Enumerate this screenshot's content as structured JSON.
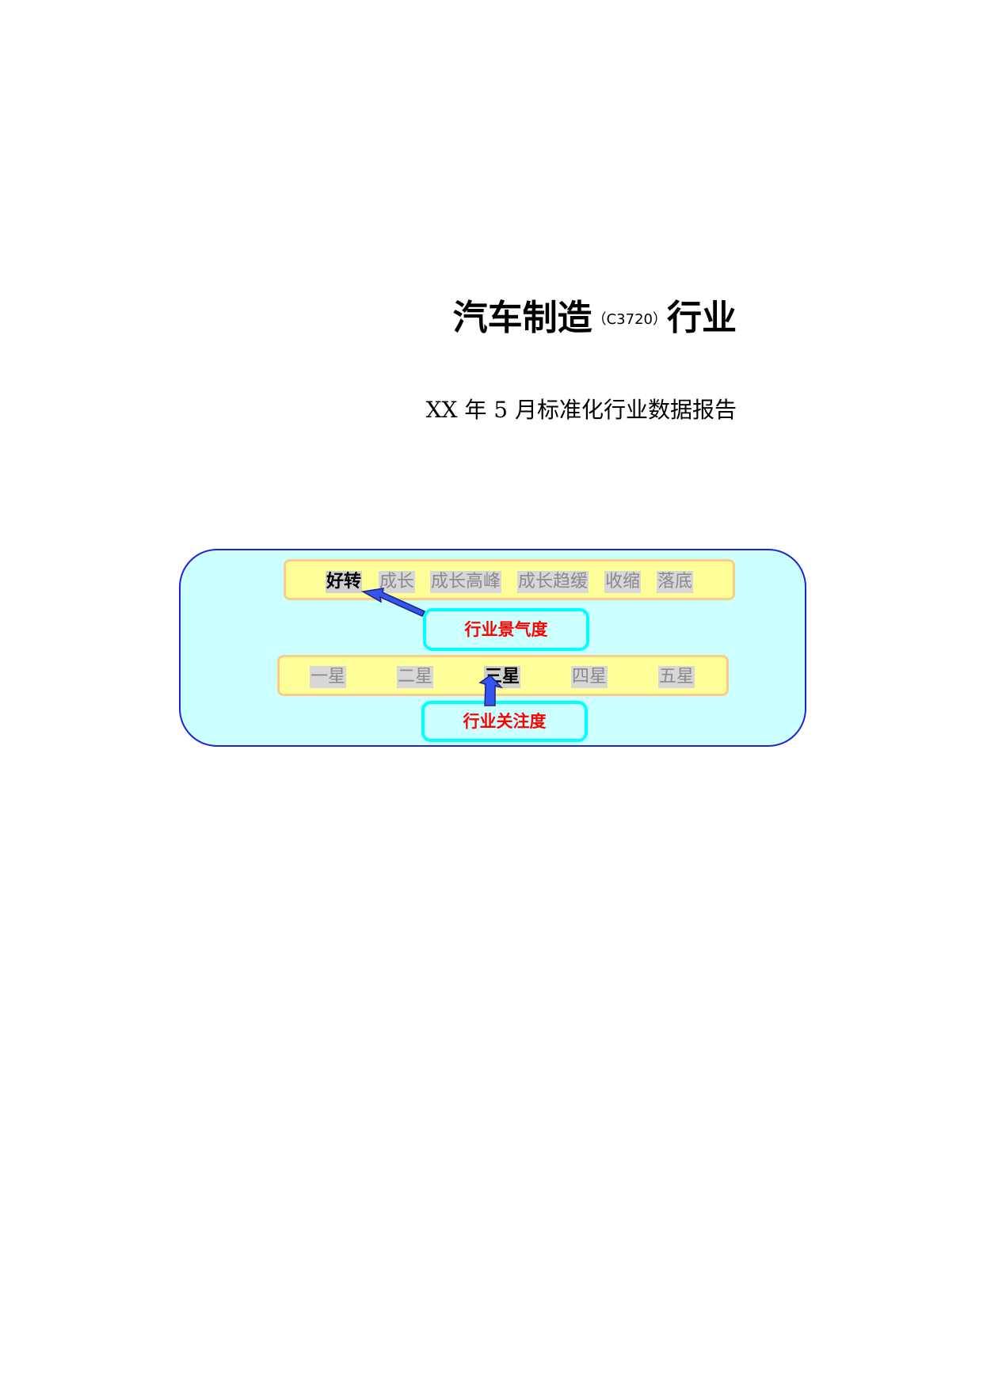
{
  "title": {
    "main": "汽车制造",
    "code": "（C3720）",
    "suffix": "行业"
  },
  "subtitle": "XX 年 5 月标准化行业数据报告",
  "climate": {
    "options": [
      "好转",
      "成长",
      "成长高峰",
      "成长趋缓",
      "收缩",
      "落底"
    ],
    "selected": "好转",
    "label": "行业景气度"
  },
  "attention": {
    "options": [
      "一星",
      "二星",
      "三星",
      "四星",
      "五星"
    ],
    "selected": "三星",
    "label": "行业关注度"
  },
  "colors": {
    "panel_bg": "#ccffff",
    "panel_border": "#2222dd",
    "bar_bg": "#ffff99",
    "label_color": "#ff0000",
    "arrow": "#3355ee"
  }
}
